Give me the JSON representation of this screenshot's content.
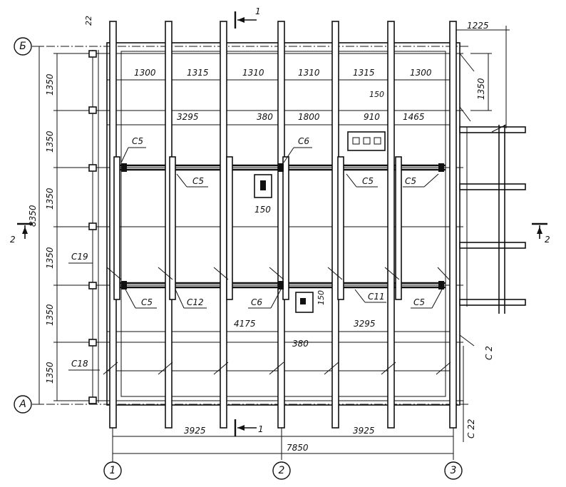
{
  "axes": {
    "columns": [
      "1",
      "2",
      "3"
    ],
    "rows": [
      "Б",
      "А"
    ]
  },
  "sections": {
    "section1": "1",
    "section2": "2"
  },
  "top_row_dims": [
    "1300",
    "1315",
    "1310",
    "1310",
    "1315",
    "1300"
  ],
  "second_row_dims": [
    "3295",
    "380",
    "1800",
    "910",
    "1465"
  ],
  "left_dims": [
    "1350",
    "1350",
    "1350",
    "1350",
    "1350",
    "1350"
  ],
  "left_total": "8350",
  "bottom_dims": {
    "left": "3925",
    "right": "3925",
    "total": "7850"
  },
  "lower_dims": {
    "span1": "4175",
    "span2": "3295",
    "gap": "380"
  },
  "top_right_dims": {
    "width": "1225",
    "height": "1350",
    "small": "150"
  },
  "small_dims": {
    "upper_150": "150",
    "mid_150": "150"
  },
  "top_left_dim": "22",
  "right_labels": {
    "c2": "C 2",
    "c22": "C 22"
  },
  "member_labels": {
    "c5_top_left": "C5",
    "c6_top": "C6",
    "c5_mid_left": "C5",
    "c5_mid_right": "C5",
    "c5_right": "C5",
    "c19": "C19",
    "c5_low_left": "C5",
    "c12": "C12",
    "c6_low": "C6",
    "c11": "C11",
    "c5_low_right": "C5",
    "c18": "C18"
  }
}
